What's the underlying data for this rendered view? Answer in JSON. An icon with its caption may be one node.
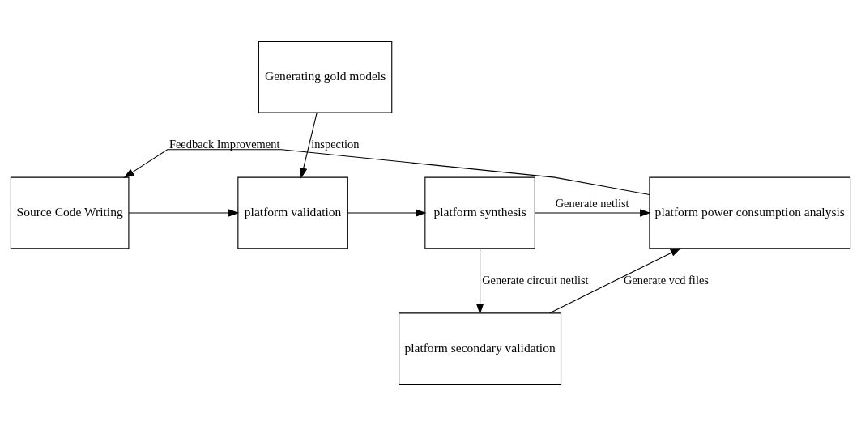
{
  "diagram": {
    "nodes": [
      {
        "text": [
          "Generating gold models"
        ]
      },
      {
        "text": [
          "Source Code Writing"
        ]
      },
      {
        "text": [
          "platform validation"
        ]
      },
      {
        "text": [
          "platform synthesis"
        ]
      },
      {
        "text": [
          "platform power consumption analysis"
        ]
      },
      {
        "text": [
          "platform secondary validation"
        ]
      }
    ],
    "edges": [
      {
        "from": 0,
        "to": 2,
        "arrow": "to",
        "label": "inspection"
      },
      {
        "from": 1,
        "to": 2,
        "arrow": "to"
      },
      {
        "from": 2,
        "to": 3,
        "arrow": "to"
      },
      {
        "from": 3,
        "to": 4,
        "arrow": "to",
        "label": "Generate netlist"
      },
      {
        "from": 3,
        "to": 5,
        "arrow": "to",
        "label": "Generate circuit netlist"
      },
      {
        "from": 5,
        "to": 4,
        "arrow": "to",
        "label": "Generate vcd files"
      },
      {
        "from": 4,
        "to": 1,
        "arrow": "to",
        "label": "Feedback Improvement"
      }
    ]
  }
}
